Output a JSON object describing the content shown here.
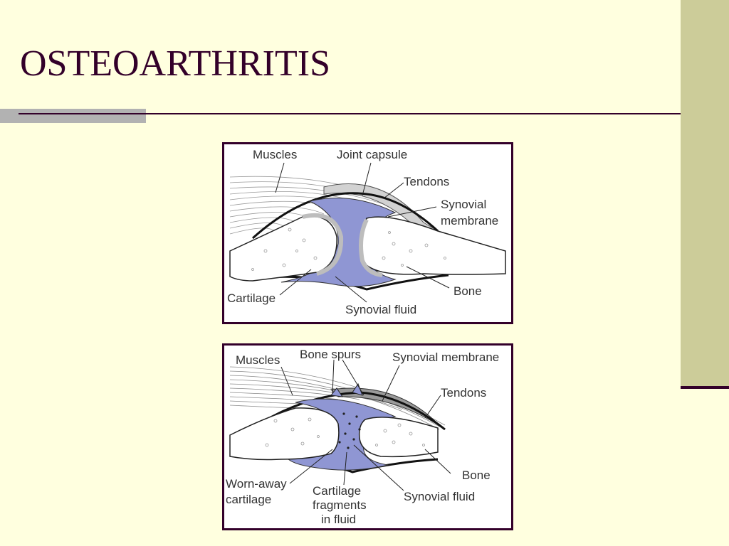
{
  "slide": {
    "title": "OSTEOARTHRITIS"
  },
  "healthy_joint": {
    "labels": {
      "muscles": "Muscles",
      "joint_capsule": "Joint capsule",
      "tendons": "Tendons",
      "synovial_membrane_line1": "Synovial",
      "synovial_membrane_line2": "membrane",
      "cartilage": "Cartilage",
      "synovial_fluid": "Synovial fluid",
      "bone": "Bone"
    }
  },
  "osteoarthritic_joint": {
    "labels": {
      "muscles": "Muscles",
      "bone_spurs": "Bone spurs",
      "synovial_membrane": "Synovial membrane",
      "tendons": "Tendons",
      "bone": "Bone",
      "worn_away_line1": "Worn-away",
      "worn_away_line2": "cartilage",
      "fragments_line1": "Cartilage",
      "fragments_line2": "fragments",
      "fragments_line3": "in fluid",
      "synovial_fluid": "Synovial fluid"
    }
  },
  "colors": {
    "title": "#33002a",
    "background": "#ffffdf",
    "side_band": "#cccc99",
    "synovial_fluid": "#8f96d3"
  }
}
